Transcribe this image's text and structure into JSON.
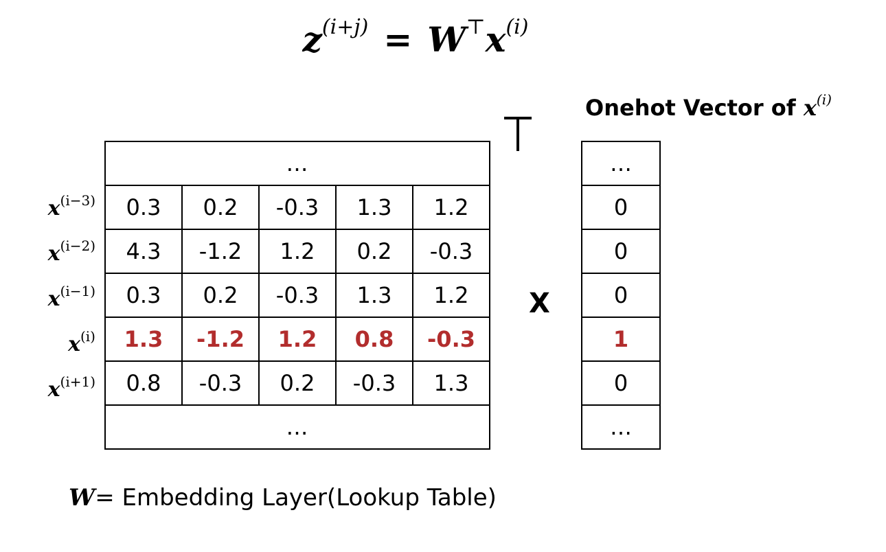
{
  "formula": {
    "lhs": "z",
    "lhs_sup": "(i+j)",
    "equals": "=",
    "w": "W",
    "transpose": "⊤",
    "x": "x",
    "x_sup": "(i)"
  },
  "onehot_title": {
    "text": "Onehot Vector of ",
    "x": "x",
    "x_sup": "(i)"
  },
  "transpose_symbol": "⊤",
  "times_symbol": "X",
  "matrix": {
    "top_dots": "…",
    "bottom_dots": "…",
    "rows": [
      {
        "label": "x",
        "label_sup": "(i−3)",
        "values": [
          "0.3",
          "0.2",
          "-0.3",
          "1.3",
          "1.2"
        ],
        "highlight": false
      },
      {
        "label": "x",
        "label_sup": "(i−2)",
        "values": [
          "4.3",
          "-1.2",
          "1.2",
          "0.2",
          "-0.3"
        ],
        "highlight": false
      },
      {
        "label": "x",
        "label_sup": "(i−1)",
        "values": [
          "0.3",
          "0.2",
          "-0.3",
          "1.3",
          "1.2"
        ],
        "highlight": false
      },
      {
        "label": "x",
        "label_sup": "(i)",
        "values": [
          "1.3",
          "-1.2",
          "1.2",
          "0.8",
          "-0.3"
        ],
        "highlight": true
      },
      {
        "label": "x",
        "label_sup": "(i+1)",
        "values": [
          "0.8",
          "-0.3",
          "0.2",
          "-0.3",
          "1.3"
        ],
        "highlight": false
      }
    ]
  },
  "vector": {
    "top_dots": "…",
    "bottom_dots": "…",
    "values": [
      "0",
      "0",
      "0",
      "1",
      "0"
    ],
    "highlight_index": 3
  },
  "caption": {
    "w": "W",
    "text": "= Embedding Layer(Lookup Table)"
  },
  "colors": {
    "highlight": "#b22d2d",
    "text": "#000000",
    "background": "#ffffff"
  }
}
